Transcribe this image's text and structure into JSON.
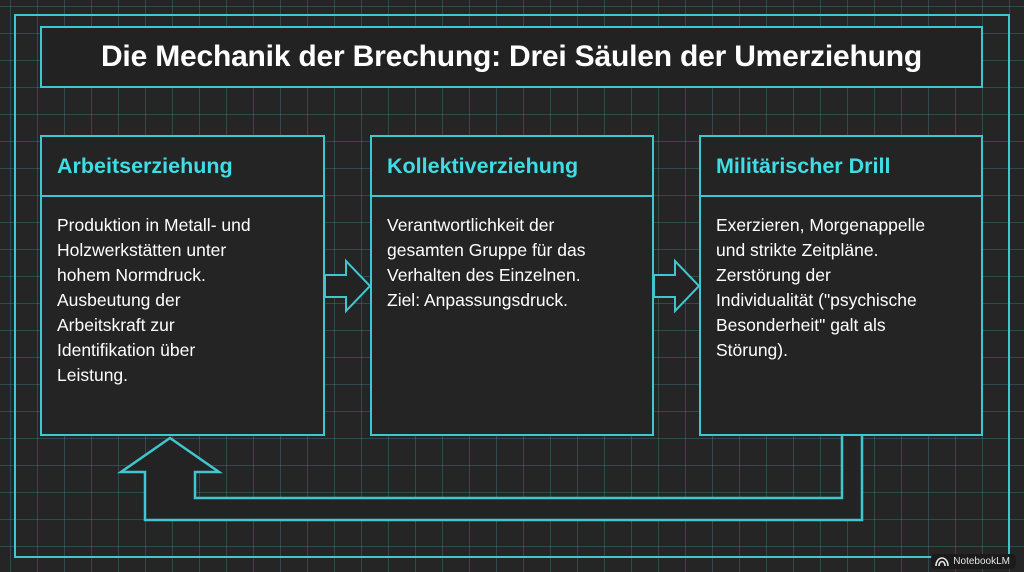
{
  "title": "Die Mechanik der Brechung: Drei Säulen der Umerziehung",
  "pillars": [
    {
      "title": "Arbeitserziehung",
      "lines": [
        "Produktion in Metall- und",
        "Holzwerkstätten unter",
        "hohem Normdruck.",
        "Ausbeutung der",
        "Arbeitskraft zur",
        "Identifikation über",
        "Leistung."
      ]
    },
    {
      "title": "Kollektiverziehung",
      "lines": [
        "Verantwortlichkeit der",
        "gesamten Gruppe für das",
        "Verhalten des Einzelnen.",
        "Ziel: Anpassungsdruck."
      ]
    },
    {
      "title": "Militärischer Drill",
      "lines": [
        "Exerzieren, Morgenappelle",
        "und strikte Zeitpläne.",
        "Zerstörung der",
        "Individualität (\"psychische",
        "Besonderheit\" galt als",
        "Störung)."
      ]
    }
  ],
  "brand": "NotebookLM",
  "colors": {
    "accent": "#3fc7d0",
    "title_accent": "#3fdde6",
    "background": "#252525",
    "text": "#ffffff"
  }
}
